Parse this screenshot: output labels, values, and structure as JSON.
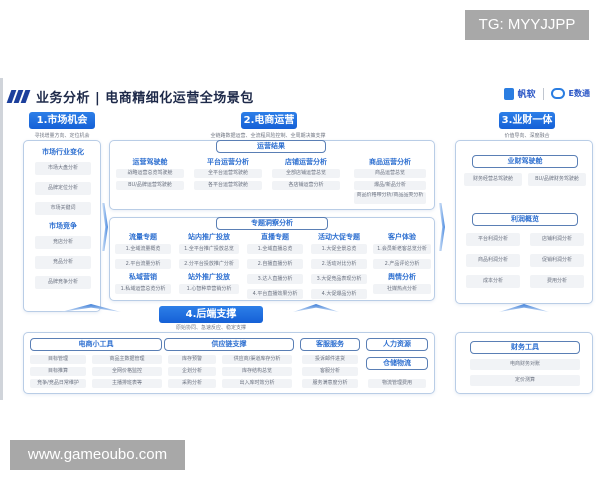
{
  "watermarks": {
    "top": "TG: MYYJJPP",
    "bottom": "www.gameoubo.com"
  },
  "header": {
    "title": "业务分析 | 电商精细化运营全场景包",
    "brand_primary": "帆软",
    "brand_secondary": "E数通"
  },
  "section1": {
    "label": "1.市场机会",
    "subtitle": "寻找增量方向、定位机会",
    "groups": [
      {
        "title": "市场行业变化",
        "items": [
          "市场大盘分析",
          "品牌定位分析",
          "市场关键词"
        ]
      },
      {
        "title": "市场竞争",
        "items": [
          "竞店分析",
          "竞品分析",
          "品牌竞争分析"
        ]
      }
    ]
  },
  "section2": {
    "label": "2.电商运营",
    "subtitle": "全链路数据运营、全流程风险控制、全周期决策支撑",
    "results": {
      "title": "运营结果",
      "groups": [
        {
          "title": "运营驾驶舱",
          "items": [
            "战略运营总览驾驶舱",
            "BU/品牌运营驾驶舱"
          ]
        },
        {
          "title": "平台运营分析",
          "items": [
            "全平台运营驾驶舱",
            "各平台运营驾驶舱"
          ]
        },
        {
          "title": "店铺运营分析",
          "items": [
            "全部店铺运营总览",
            "各店铺运营分析"
          ]
        },
        {
          "title": "商品运营分析",
          "items": [
            "商品运营总览",
            "爆品/新品分析",
            "商品价格带分析/商品品类分析"
          ]
        }
      ]
    },
    "insights": {
      "title": "专题洞察分析",
      "groups": [
        {
          "title": "流量专题",
          "items": [
            "1.全域流量概览",
            "2.平台流量分析"
          ]
        },
        {
          "title": "站内推广投放",
          "items": [
            "1.全平台推广投放总览",
            "2.分平台投放推广分析"
          ]
        },
        {
          "title": "直播专题",
          "items": [
            "1.全域直播总览",
            "2.自播直播分析",
            "3.达人直播分析",
            "4.平台直播效果分析"
          ]
        },
        {
          "title": "活动大促专题",
          "items": [
            "1.大促全景总览",
            "2.活动对比分析",
            "3.大促竞品表现分析",
            "4.大促爆品分析"
          ]
        },
        {
          "title": "客户体验",
          "items": [
            "1.会员新老客总览分析",
            "2.产品评论分析"
          ]
        },
        {
          "title": "私域营销",
          "items": [
            "1.私域运营总览分析"
          ]
        },
        {
          "title": "站外推广投放",
          "items": [
            "1.心智种草营销分析"
          ]
        },
        {
          "title": "舆情分析",
          "items": [
            "社媒热点分析"
          ]
        }
      ]
    }
  },
  "section3": {
    "label": "3.业财一体",
    "subtitle": "价值导向、深度融合",
    "cockpit": {
      "title": "业财驾驶舱",
      "items": [
        "财务经营总驾驶舱",
        "BU/品牌财务驾驶舱"
      ]
    },
    "profit": {
      "title": "利润概览",
      "items": [
        "平台利润分析",
        "店铺利润分析",
        "商品利润分析",
        "促销利润分析",
        "成本分析",
        "费用分析"
      ]
    },
    "tools": {
      "title": "财务工具",
      "items": [
        "电商财务对账",
        "定价测算"
      ]
    }
  },
  "section4": {
    "label": "4.后端支撑",
    "subtitle": "原始协同、急速反应、稳定支撑",
    "ecom_tools": {
      "title": "电商小工具",
      "items": [
        "目标管理",
        "商品主数据管理",
        "目标推算",
        "全网价格监控",
        "竞争/竞品日常维护",
        "主播排班表等"
      ]
    },
    "supply_chain": {
      "title": "供应链支撑",
      "items": [
        "库存预警",
        "供应商/渠道库存分析",
        "企划分析",
        "库存结构总览",
        "采购分析",
        "出入库时效分析"
      ]
    },
    "customer_service": {
      "title": "客服服务",
      "items": [
        "投诉邮件进货",
        "客服分析",
        "服务满意度分析"
      ]
    },
    "hr": {
      "title": "人力资源"
    },
    "logistics": {
      "title": "仓储物流",
      "items": [
        "物流管理费用"
      ]
    }
  },
  "colors": {
    "accent": "#1560d6",
    "heading": "#2d6fd0",
    "panel_border": "#b9cde6",
    "cell_bg": "#f1f3f6"
  }
}
